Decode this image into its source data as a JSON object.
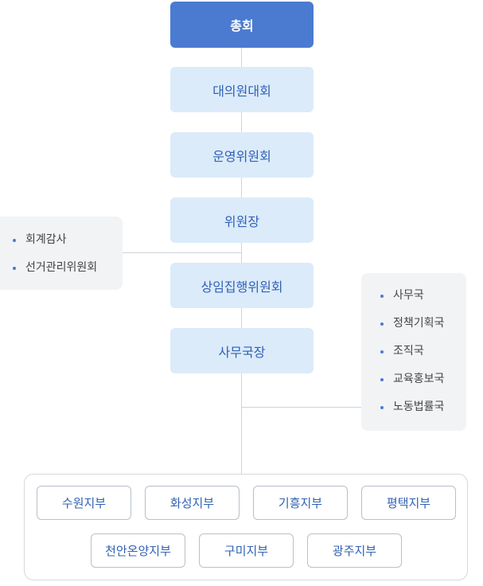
{
  "chart_data": {
    "type": "diagram",
    "nodes": [
      {
        "id": "general-assembly",
        "label": "총회"
      },
      {
        "id": "delegates-assembly",
        "label": "대의원대회"
      },
      {
        "id": "steering-committee",
        "label": "운영위원회"
      },
      {
        "id": "chairperson",
        "label": "위원장"
      },
      {
        "id": "standing-executive-committee",
        "label": "상임집행위원회"
      },
      {
        "id": "secretary-general",
        "label": "사무국장"
      }
    ],
    "left_panel": [
      "회계감사",
      "선거관리위원회"
    ],
    "right_panel": [
      "사무국",
      "정책기획국",
      "조직국",
      "교육홍보국",
      "노동법률국"
    ],
    "branches": [
      "수원지부",
      "화성지부",
      "기흥지부",
      "평택지부",
      "천안온양지부",
      "구미지부",
      "광주지부"
    ]
  },
  "colors": {
    "top_node": "#4a7bd0",
    "level_node": "#dcebfa",
    "accent_text": "#2f61b5",
    "connector": "#cfd3d8",
    "side_panel": "#f2f3f5"
  }
}
